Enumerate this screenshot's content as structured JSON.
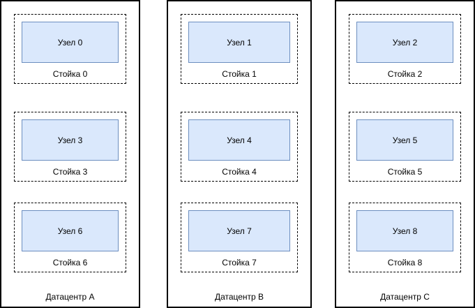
{
  "diagram": {
    "datacenters": [
      {
        "label": "Датацентр A",
        "racks": [
          {
            "node_label": "Узел 0",
            "rack_label": "Стойка 0"
          },
          {
            "node_label": "Узел 3",
            "rack_label": "Стойка 3"
          },
          {
            "node_label": "Узел 6",
            "rack_label": "Стойка 6"
          }
        ]
      },
      {
        "label": "Датацентр B",
        "racks": [
          {
            "node_label": "Узел 1",
            "rack_label": "Стойка 1"
          },
          {
            "node_label": "Узел 4",
            "rack_label": "Стойка 4"
          },
          {
            "node_label": "Узел 7",
            "rack_label": "Стойка 7"
          }
        ]
      },
      {
        "label": "Датацентр C",
        "racks": [
          {
            "node_label": "Узел 2",
            "rack_label": "Стойка 2"
          },
          {
            "node_label": "Узел 5",
            "rack_label": "Стойка 5"
          },
          {
            "node_label": "Узел 8",
            "rack_label": "Стойка 8"
          }
        ]
      }
    ],
    "colors": {
      "node_fill": "#dae8fc",
      "node_border": "#6c8ebf",
      "rack_border": "#000000",
      "container_border": "#000000",
      "background": "#ffffff"
    }
  }
}
